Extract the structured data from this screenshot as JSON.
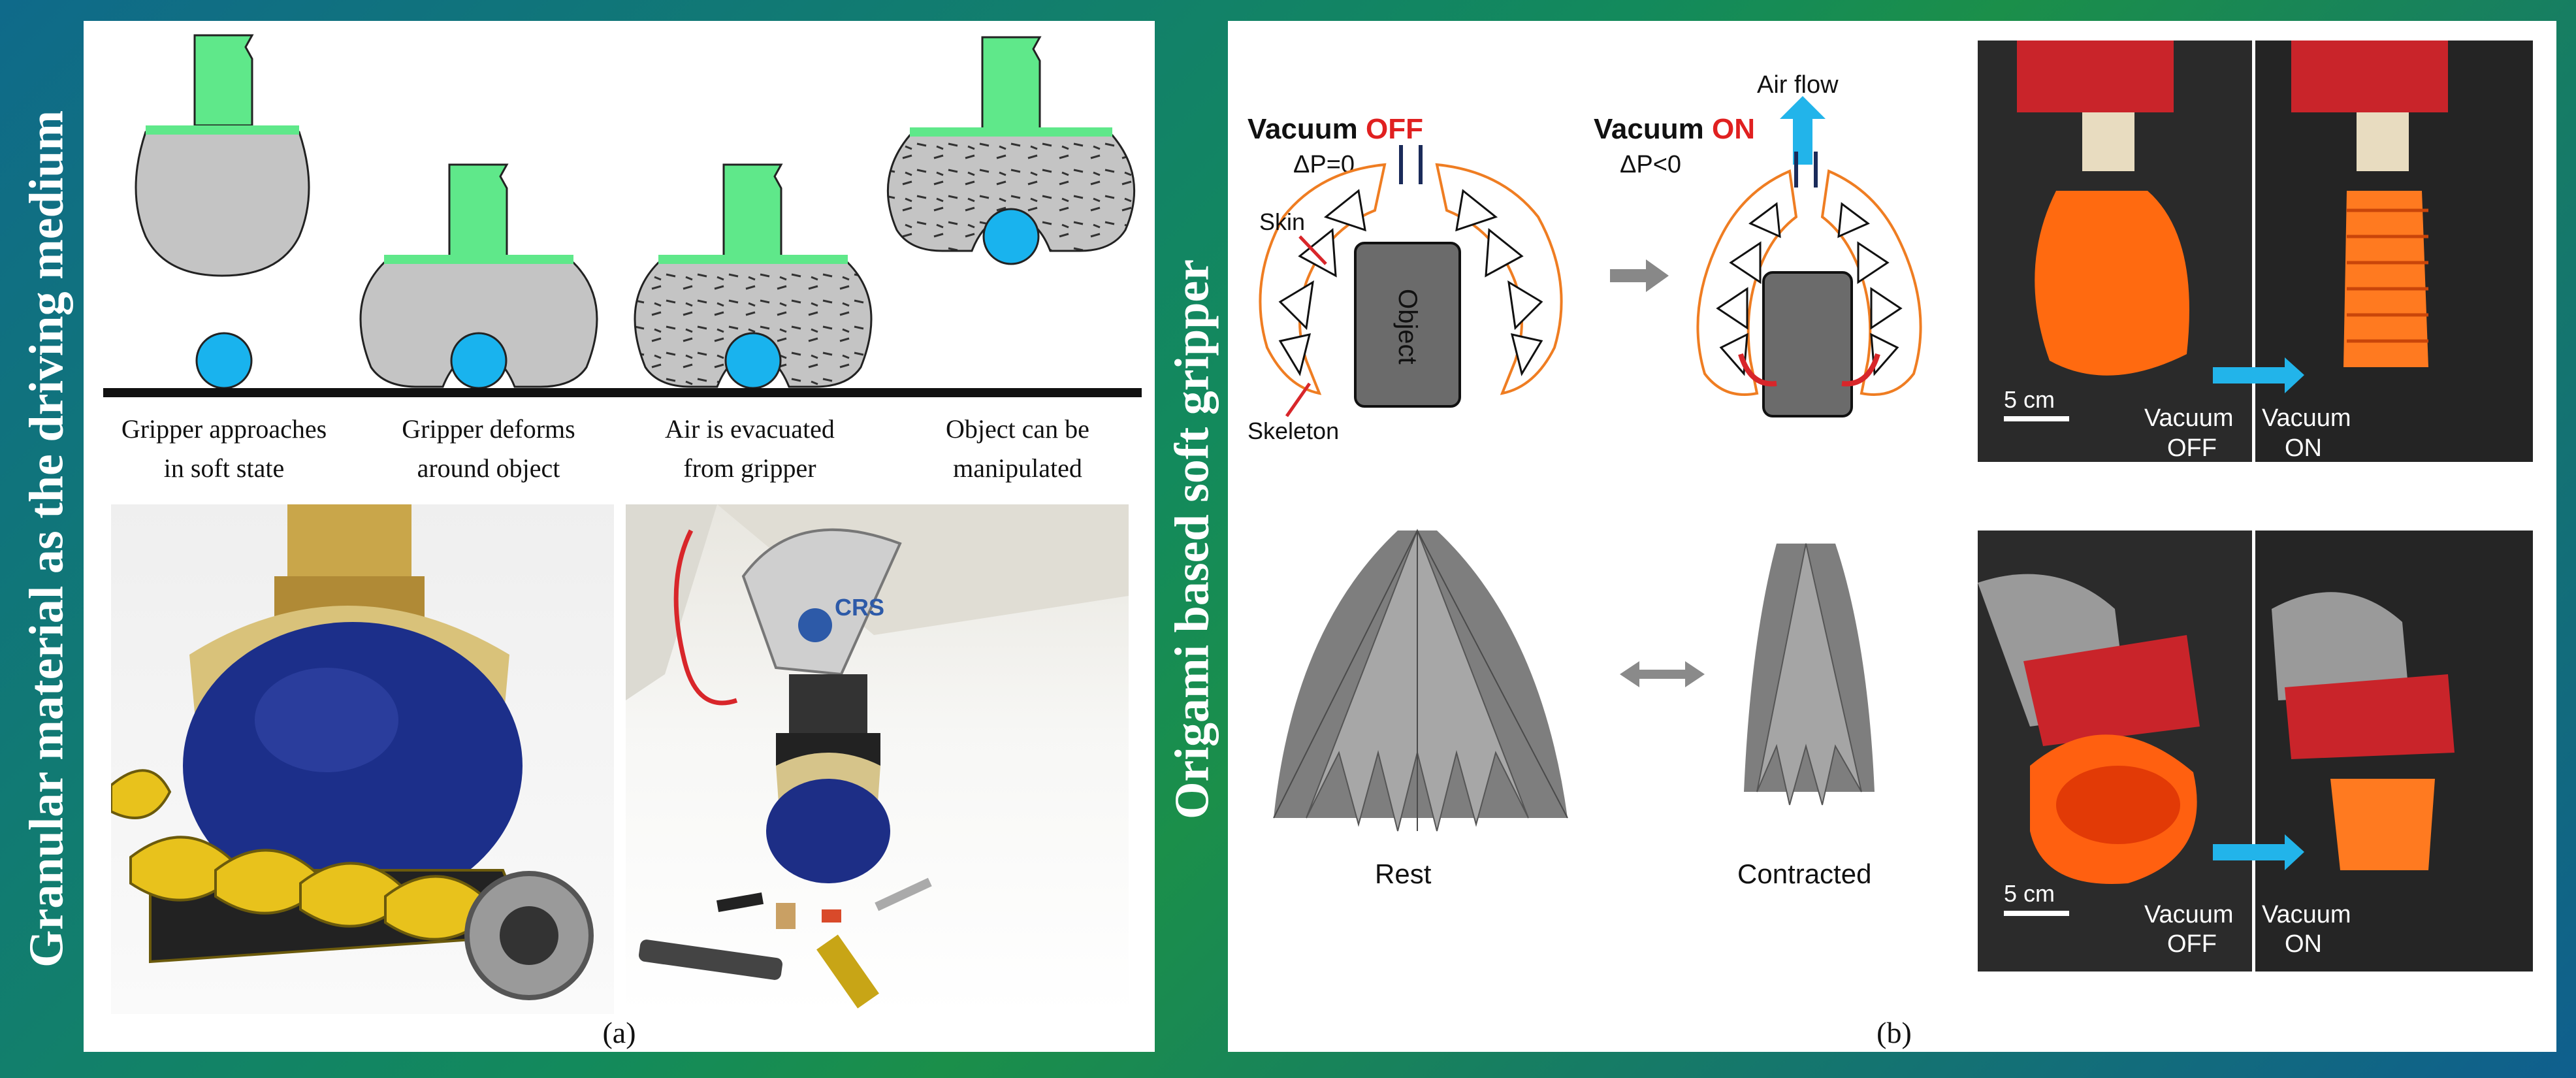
{
  "panel_a": {
    "side_title": "Granular material as the driving medium",
    "steps": [
      {
        "line1": "Gripper approaches",
        "line2": "in soft state"
      },
      {
        "line1": "Gripper deforms",
        "line2": "around object"
      },
      {
        "line1": "Air is evacuated",
        "line2": "from gripper"
      },
      {
        "line1": "Object can be",
        "line2": "manipulated"
      }
    ],
    "robot_label": "CRS",
    "caption": "(a)"
  },
  "panel_b": {
    "side_title": "Origami based soft gripper",
    "vac_off": {
      "word": "Vacuum",
      "state": "OFF",
      "dp": "ΔP=0"
    },
    "vac_on": {
      "word": "Vacuum",
      "state": "ON",
      "dp": "ΔP<0"
    },
    "air_flow": "Air flow",
    "skin": "Skin",
    "skeleton": "Skeleton",
    "object": "Object",
    "rest": "Rest",
    "contracted": "Contracted",
    "photo_top": {
      "scale": "5 cm",
      "left_l1": "Vacuum",
      "left_l2": "OFF",
      "right_l1": "Vacuum",
      "right_l2": "ON"
    },
    "photo_bottom": {
      "scale": "5 cm",
      "left_l1": "Vacuum",
      "left_l2": "OFF",
      "right_l1": "Vacuum",
      "right_l2": "ON"
    },
    "caption": "(b)"
  },
  "colors": {
    "mount_green": "#5fe88a",
    "body_gray": "#c4c4c4",
    "ball_blue": "#19b3ee",
    "skin_orange": "#ef7d22",
    "arrow_cyan": "#22b4ea",
    "vac_red": "#e02020"
  }
}
